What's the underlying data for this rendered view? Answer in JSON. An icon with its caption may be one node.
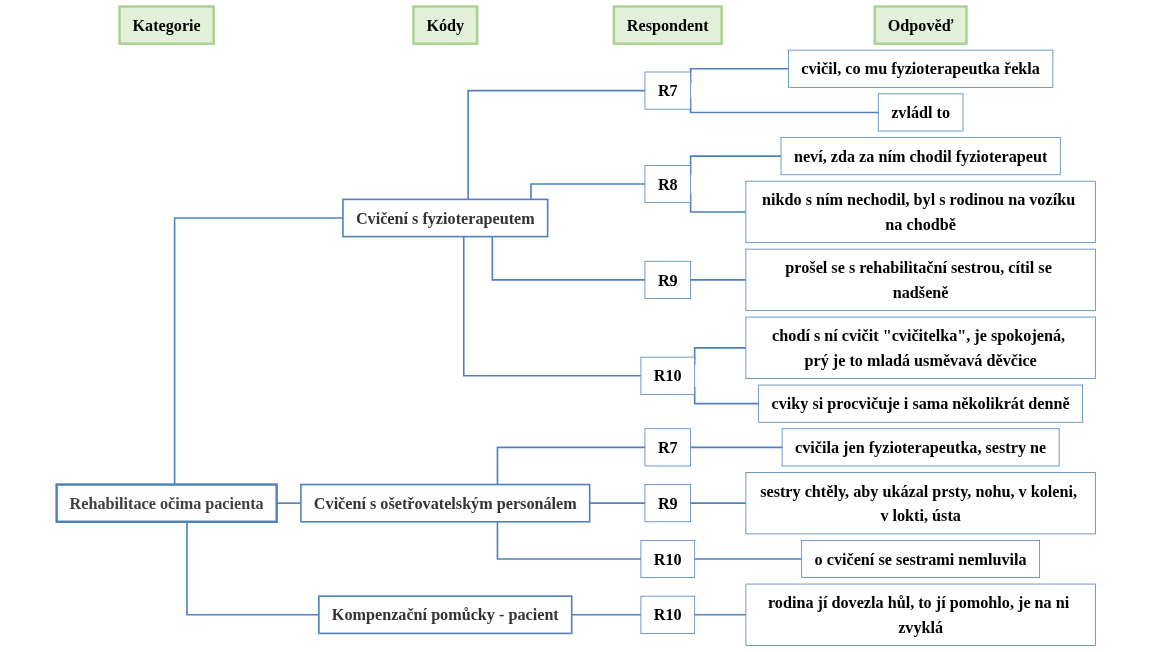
{
  "diagram": {
    "nodes": [
      {
        "text": [
          "Kategorie"
        ]
      },
      {
        "text": [
          "Kódy"
        ]
      },
      {
        "text": [
          "Respondent"
        ]
      },
      {
        "text": [
          "Odpověď"
        ]
      },
      {
        "text": [
          "Rehabilitace očima pacienta"
        ]
      },
      {
        "text": [
          "Cvičení s fyzioterapeutem"
        ]
      },
      {
        "text": [
          "R7"
        ]
      },
      {
        "text": [
          "cvičil, co mu fyzioterapeutka řekla"
        ]
      },
      {
        "text": [
          "zvládl to"
        ]
      },
      {
        "text": [
          "R8"
        ]
      },
      {
        "text": [
          "neví, zda za ním chodil fyzioterapeut"
        ]
      },
      {
        "text": [
          "nikdo s ním nechodil, byl s rodinou na vozíku na chodbě"
        ]
      },
      {
        "text": [
          "R9"
        ]
      },
      {
        "text": [
          "prošel se s rehabilitační sestrou, cítil se nadšeně"
        ]
      },
      {
        "text": [
          "R10"
        ]
      },
      {
        "text": [
          "chodí s ní cvičit \"cvičitelka\", je spokojená, prý je to mladá usměvavá děvčice"
        ]
      },
      {
        "text": [
          "cviky si procvičuje i sama několikrát denně"
        ]
      },
      {
        "text": [
          "Cvičení s ošetřovatelským personálem"
        ]
      },
      {
        "text": [
          "R7"
        ]
      },
      {
        "text": [
          "cvičila jen fyzioterapeutka, sestry ne"
        ]
      },
      {
        "text": [
          "R9"
        ]
      },
      {
        "text": [
          "sestry chtěly, aby ukázal prsty, nohu, v koleni, v lokti, ústa"
        ]
      },
      {
        "text": [
          "R10"
        ]
      },
      {
        "text": [
          "o cvičení se sestrami nemluvila"
        ]
      },
      {
        "text": [
          "Kompenzační pomůcky - pacient"
        ]
      },
      {
        "text": [
          "R10"
        ]
      },
      {
        "text": [
          "rodina jí dovezla hůl, to jí pomohlo, je na ni zvyklá"
        ]
      }
    ],
    "edges": [
      {
        "from": 4,
        "to": 5,
        "arrow": "none"
      },
      {
        "from": 5,
        "to": 6,
        "arrow": "none"
      },
      {
        "from": 6,
        "to": 7,
        "arrow": "none"
      },
      {
        "from": 6,
        "to": 8,
        "arrow": "none"
      },
      {
        "from": 5,
        "to": 9,
        "arrow": "none"
      },
      {
        "from": 9,
        "to": 10,
        "arrow": "none"
      },
      {
        "from": 9,
        "to": 11,
        "arrow": "none"
      },
      {
        "from": 5,
        "to": 12,
        "arrow": "none"
      },
      {
        "from": 12,
        "to": 13,
        "arrow": "none"
      },
      {
        "from": 5,
        "to": 14,
        "arrow": "none"
      },
      {
        "from": 14,
        "to": 15,
        "arrow": "none"
      },
      {
        "from": 14,
        "to": 16,
        "arrow": "none"
      },
      {
        "from": 4,
        "to": 17,
        "arrow": "none"
      },
      {
        "from": 17,
        "to": 18,
        "arrow": "none"
      },
      {
        "from": 18,
        "to": 19,
        "arrow": "none"
      },
      {
        "from": 17,
        "to": 20,
        "arrow": "none"
      },
      {
        "from": 20,
        "to": 21,
        "arrow": "none"
      },
      {
        "from": 17,
        "to": 22,
        "arrow": "none"
      },
      {
        "from": 22,
        "to": 23,
        "arrow": "none"
      },
      {
        "from": 4,
        "to": 24,
        "arrow": "none"
      },
      {
        "from": 24,
        "to": 25,
        "arrow": "none"
      },
      {
        "from": 25,
        "to": 26,
        "arrow": "none"
      }
    ]
  }
}
